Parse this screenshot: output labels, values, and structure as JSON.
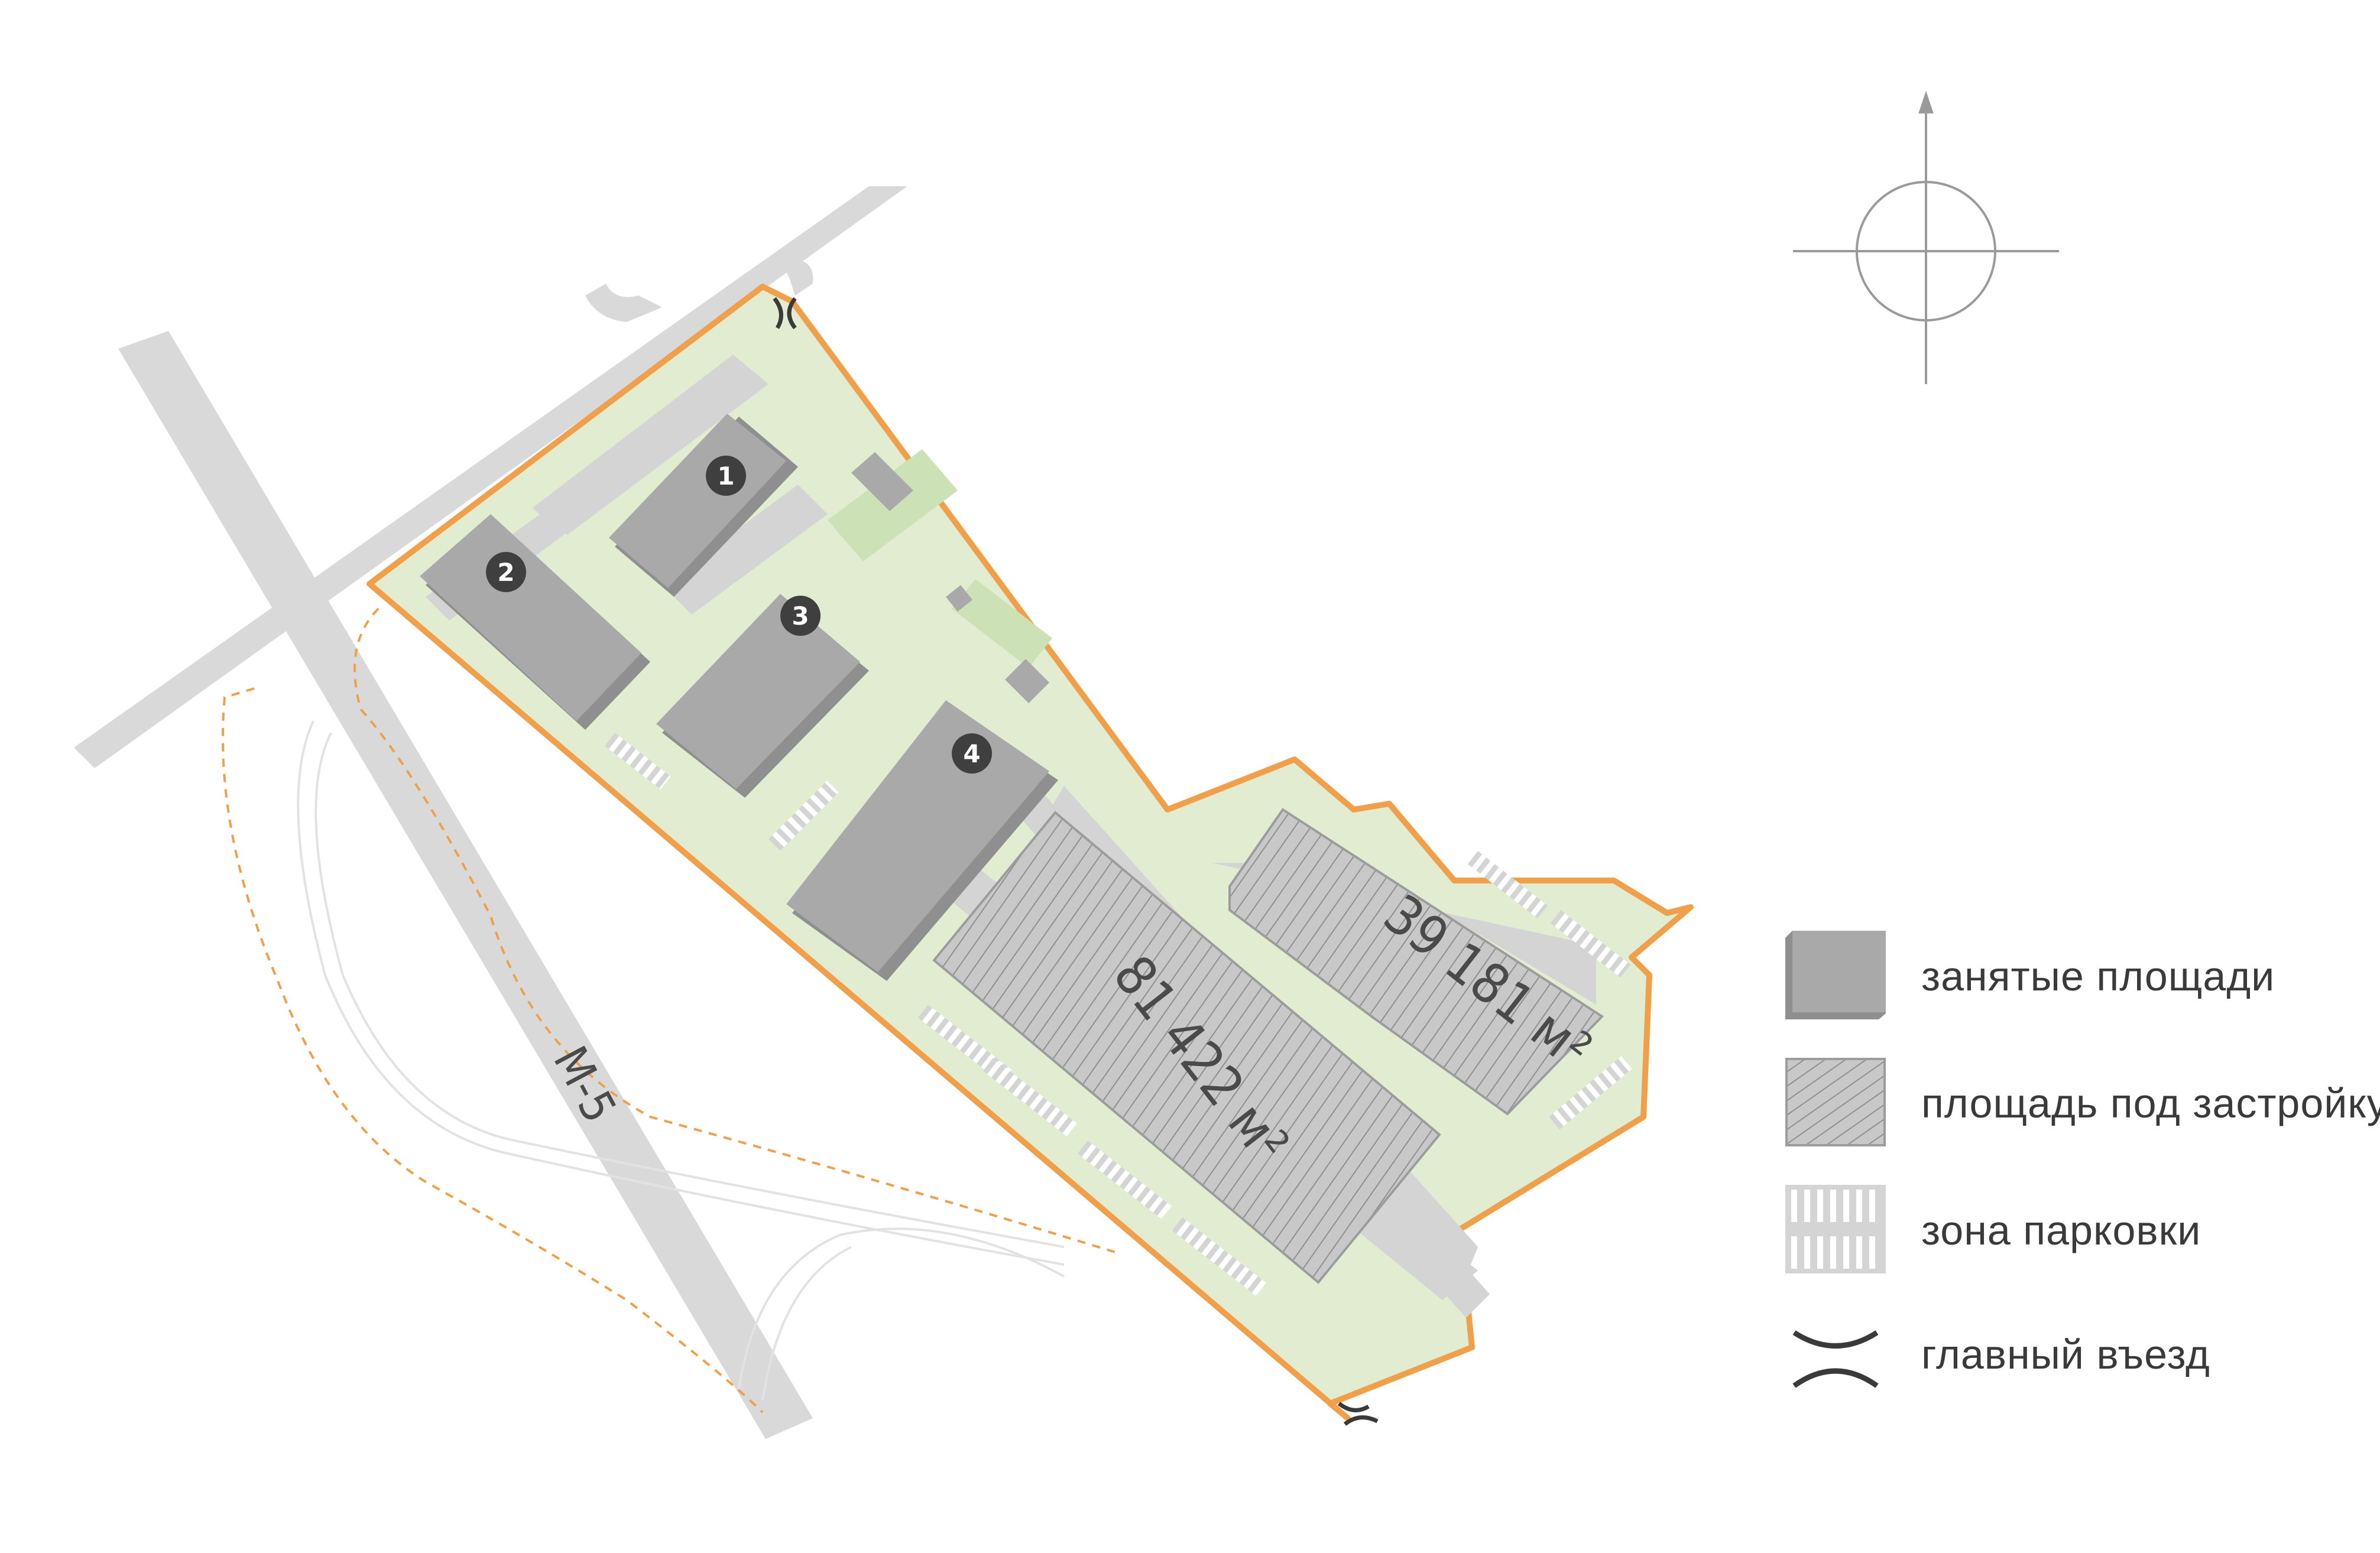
{
  "map": {
    "buildings": [
      {
        "number": "1",
        "status": "occupied"
      },
      {
        "number": "2",
        "status": "occupied"
      },
      {
        "number": "3",
        "status": "occupied"
      },
      {
        "number": "4",
        "status": "occupied"
      }
    ],
    "plots": [
      {
        "area_label": "81 422 м²",
        "status": "for-construction"
      },
      {
        "area_label": "39 181 м²",
        "status": "for-construction"
      }
    ],
    "road_label": "М-5",
    "colors": {
      "boundary": "#f0a04b",
      "territory": "#e2ecd0",
      "road": "#d9d9d9",
      "building": "#a9a9a9",
      "hatch": "#bdbdbd",
      "marker": "#3f3f3f"
    }
  },
  "legend": {
    "items": [
      {
        "label": "занятые площади",
        "icon": "occupied-swatch"
      },
      {
        "label": "площадь под застройку",
        "icon": "hatched-swatch"
      },
      {
        "label": "зона парковки",
        "icon": "parking-swatch"
      },
      {
        "label": "главный въезд",
        "icon": "main-entrance-icon"
      }
    ]
  }
}
